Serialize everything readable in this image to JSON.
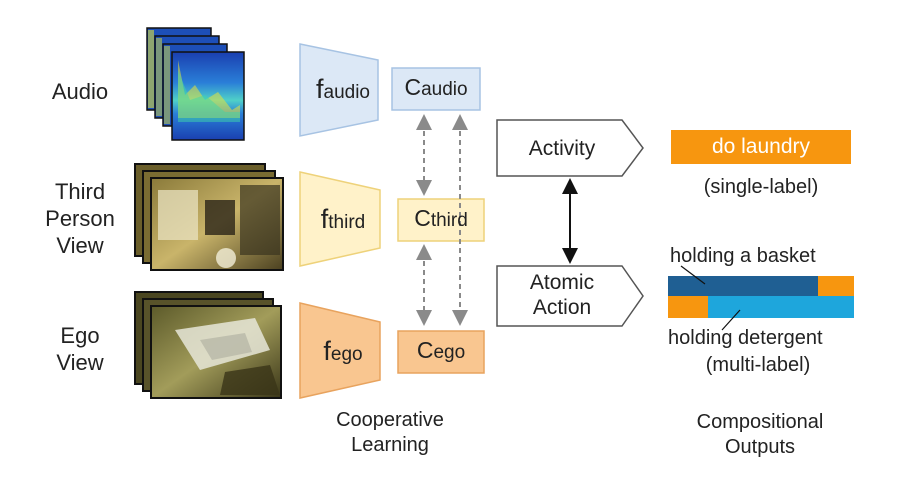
{
  "inputs": {
    "audio": "Audio",
    "third": [
      "Third",
      "Person",
      "View"
    ],
    "ego": [
      "Ego",
      "View"
    ]
  },
  "encoders": {
    "audio": {
      "main": "f",
      "sub": "audio"
    },
    "third": {
      "main": "f",
      "sub": "third"
    },
    "ego": {
      "main": "f",
      "sub": "ego"
    }
  },
  "classifiers": {
    "audio": {
      "main": "C",
      "sub": "audio"
    },
    "third": {
      "main": "C",
      "sub": "third"
    },
    "ego": {
      "main": "C",
      "sub": "ego"
    }
  },
  "tasks": {
    "activity": "Activity",
    "atomic": [
      "Atomic",
      "Action"
    ]
  },
  "outputs": {
    "activity_label": "do laundry",
    "single_label": "(single-label)",
    "action1": "holding a basket",
    "action2": "holding detergent",
    "multi_label": "(multi-label)"
  },
  "captions": {
    "cooperative": [
      "Cooperative",
      "Learning"
    ],
    "compositional": [
      "Compositional",
      "Outputs"
    ]
  },
  "colors": {
    "audio_fill": "#dce8f6",
    "audio_stroke": "#a7c3e3",
    "third_fill": "#fff2c9",
    "third_stroke": "#eed27a",
    "ego_fill": "#f9c690",
    "ego_stroke": "#e8a35e",
    "orange": "#f7960f",
    "dark_blue": "#1f5f93",
    "light_blue": "#1ea6dc"
  }
}
